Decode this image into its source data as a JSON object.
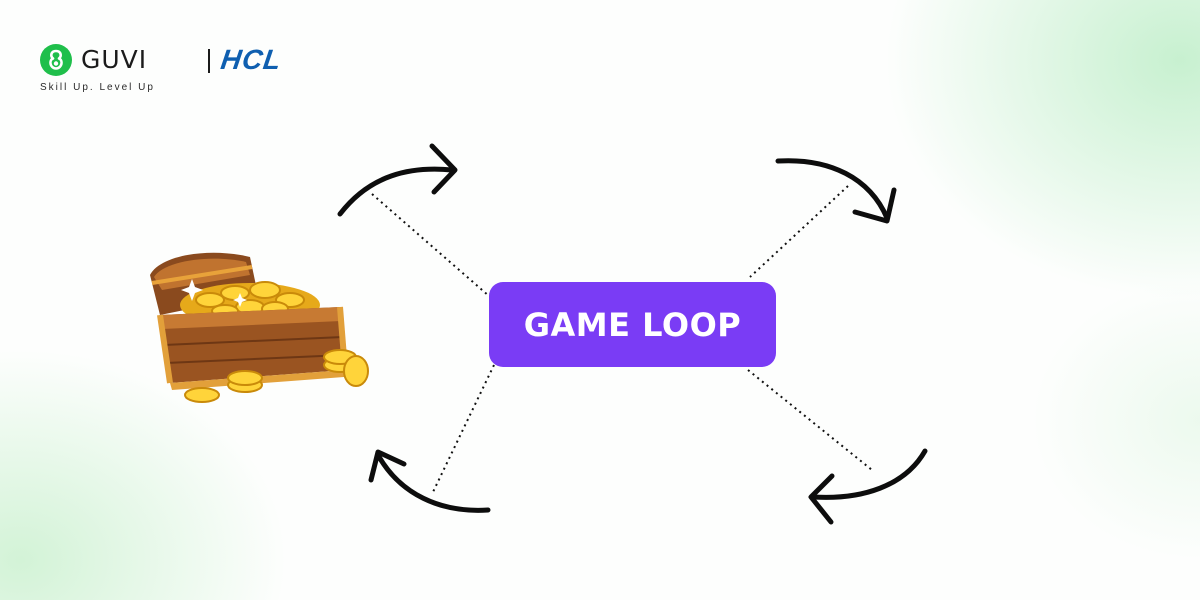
{
  "brand": {
    "name": "GUVI",
    "partner": "HCL",
    "tagline": "Skill Up. Level Up",
    "colors": {
      "guvi_green": "#1fbf4b",
      "hcl_blue": "#0f5fb0"
    }
  },
  "diagram": {
    "center_label": "GAME LOOP",
    "center_color": "#7a3cf5",
    "arrows": [
      {
        "name": "arrow-top-left",
        "direction": "clockwise"
      },
      {
        "name": "arrow-top-right",
        "direction": "clockwise"
      },
      {
        "name": "arrow-bottom-right",
        "direction": "clockwise"
      },
      {
        "name": "arrow-bottom-left",
        "direction": "clockwise"
      }
    ],
    "illustration": "treasure-chest-icon"
  }
}
